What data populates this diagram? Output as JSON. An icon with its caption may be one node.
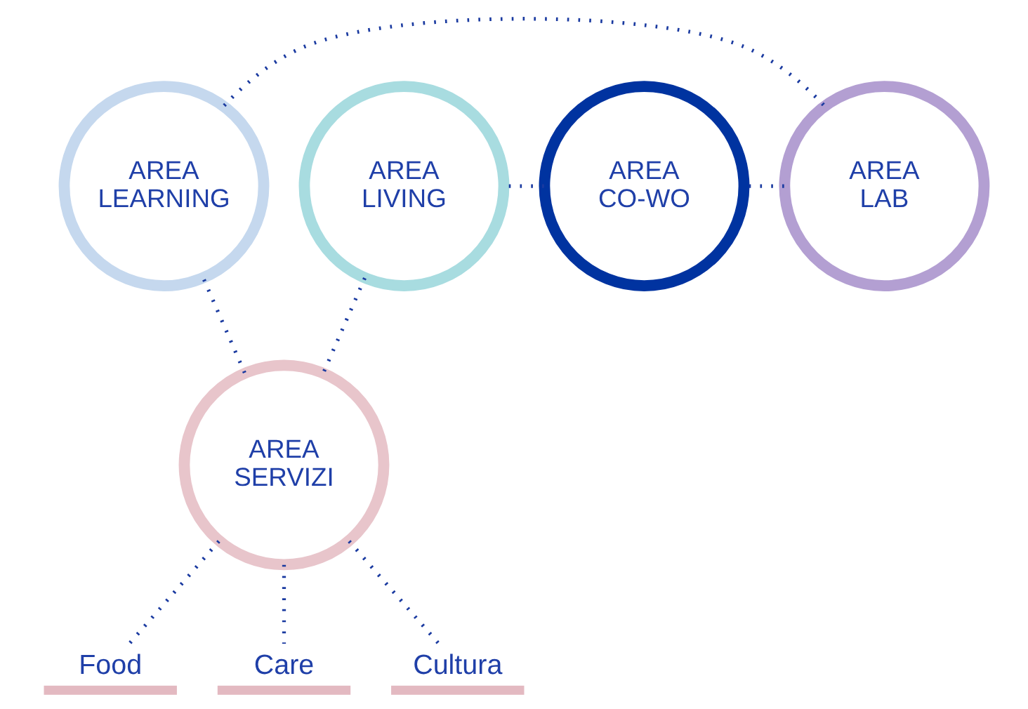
{
  "diagram": {
    "nodes": [
      {
        "text": [
          "AREA LEARNING"
        ]
      },
      {
        "text": [
          "AREA LAB"
        ]
      },
      {
        "text": [
          "AREA CO-WO"
        ]
      },
      {
        "text": [
          "AREA LIVING"
        ]
      },
      {
        "text": [
          "AREA SERVIZI"
        ]
      },
      {
        "text": [
          "Food"
        ]
      },
      {
        "text": [
          "Care"
        ]
      },
      {
        "text": [
          "Cultura"
        ]
      }
    ],
    "edges": [
      {
        "from": 0,
        "to": 1,
        "arrow": "none"
      },
      {
        "from": 1,
        "to": 2,
        "arrow": "none"
      },
      {
        "from": 2,
        "to": 3,
        "arrow": "none"
      },
      {
        "from": 3,
        "to": 4,
        "arrow": "none"
      },
      {
        "from": 4,
        "to": 0,
        "arrow": "none"
      },
      {
        "from": 4,
        "to": 5,
        "arrow": "none"
      },
      {
        "from": 4,
        "to": 6,
        "arrow": "none"
      },
      {
        "from": 4,
        "to": 7,
        "arrow": "none"
      }
    ]
  }
}
